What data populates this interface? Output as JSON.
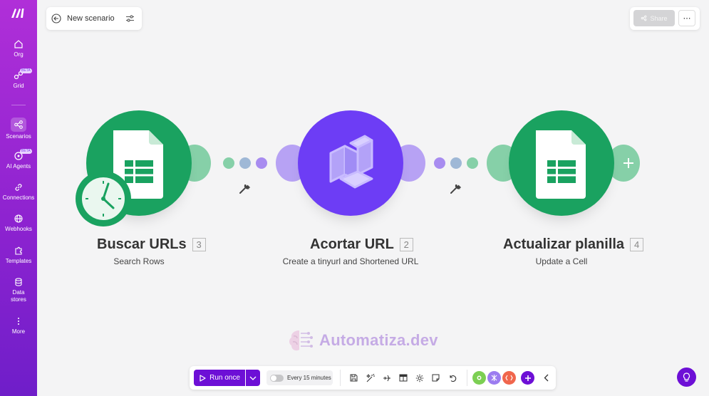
{
  "sidebar": {
    "logo": "make-logo",
    "items": [
      {
        "label": "Org",
        "icon": "home-icon"
      },
      {
        "label": "Grid",
        "icon": "grid-icon",
        "badge": "BETA"
      },
      {
        "label": "Scenarios",
        "icon": "share-nodes-icon",
        "active": true
      },
      {
        "label": "AI Agents",
        "icon": "ai-agent-icon",
        "badge": "BETA"
      },
      {
        "label": "Connections",
        "icon": "link-icon"
      },
      {
        "label": "Webhooks",
        "icon": "globe-icon"
      },
      {
        "label": "Templates",
        "icon": "puzzle-icon"
      },
      {
        "label": "Data stores",
        "icon": "database-icon"
      },
      {
        "label": "More",
        "icon": "more-vertical-icon"
      }
    ]
  },
  "header": {
    "scenario_name": "New scenario",
    "share_label": "Share",
    "more_label": "⋯"
  },
  "nodes": [
    {
      "title": "Buscar URLs",
      "number": "3",
      "subtitle": "Search Rows",
      "app": "Google Sheets",
      "color": "#1aa260"
    },
    {
      "title": "Acortar URL",
      "number": "2",
      "subtitle": "Create a tinyurl and Shortened URL",
      "app": "TinyURL",
      "color": "#6d3df5"
    },
    {
      "title": "Actualizar planilla",
      "number": "4",
      "subtitle": "Update a Cell",
      "app": "Google Sheets",
      "color": "#1aa260"
    }
  ],
  "watermark": {
    "text": "Automatiza.dev"
  },
  "toolbar": {
    "run_label": "Run once",
    "schedule_label": "Every 15 minutes",
    "tools": [
      "save-icon",
      "magic-wand-icon",
      "airplane-icon",
      "table-icon",
      "settings-icon",
      "note-icon",
      "undo-icon"
    ],
    "apps": [
      {
        "name": "tools",
        "color": "#7ccf53"
      },
      {
        "name": "flow-control",
        "color": "#9c7cf0"
      },
      {
        "name": "http",
        "color": "#f0664d"
      }
    ]
  },
  "colors": {
    "accent": "#6d0fd6",
    "sheets_green": "#1aa260",
    "tinyurl_purple": "#6d3df5"
  }
}
